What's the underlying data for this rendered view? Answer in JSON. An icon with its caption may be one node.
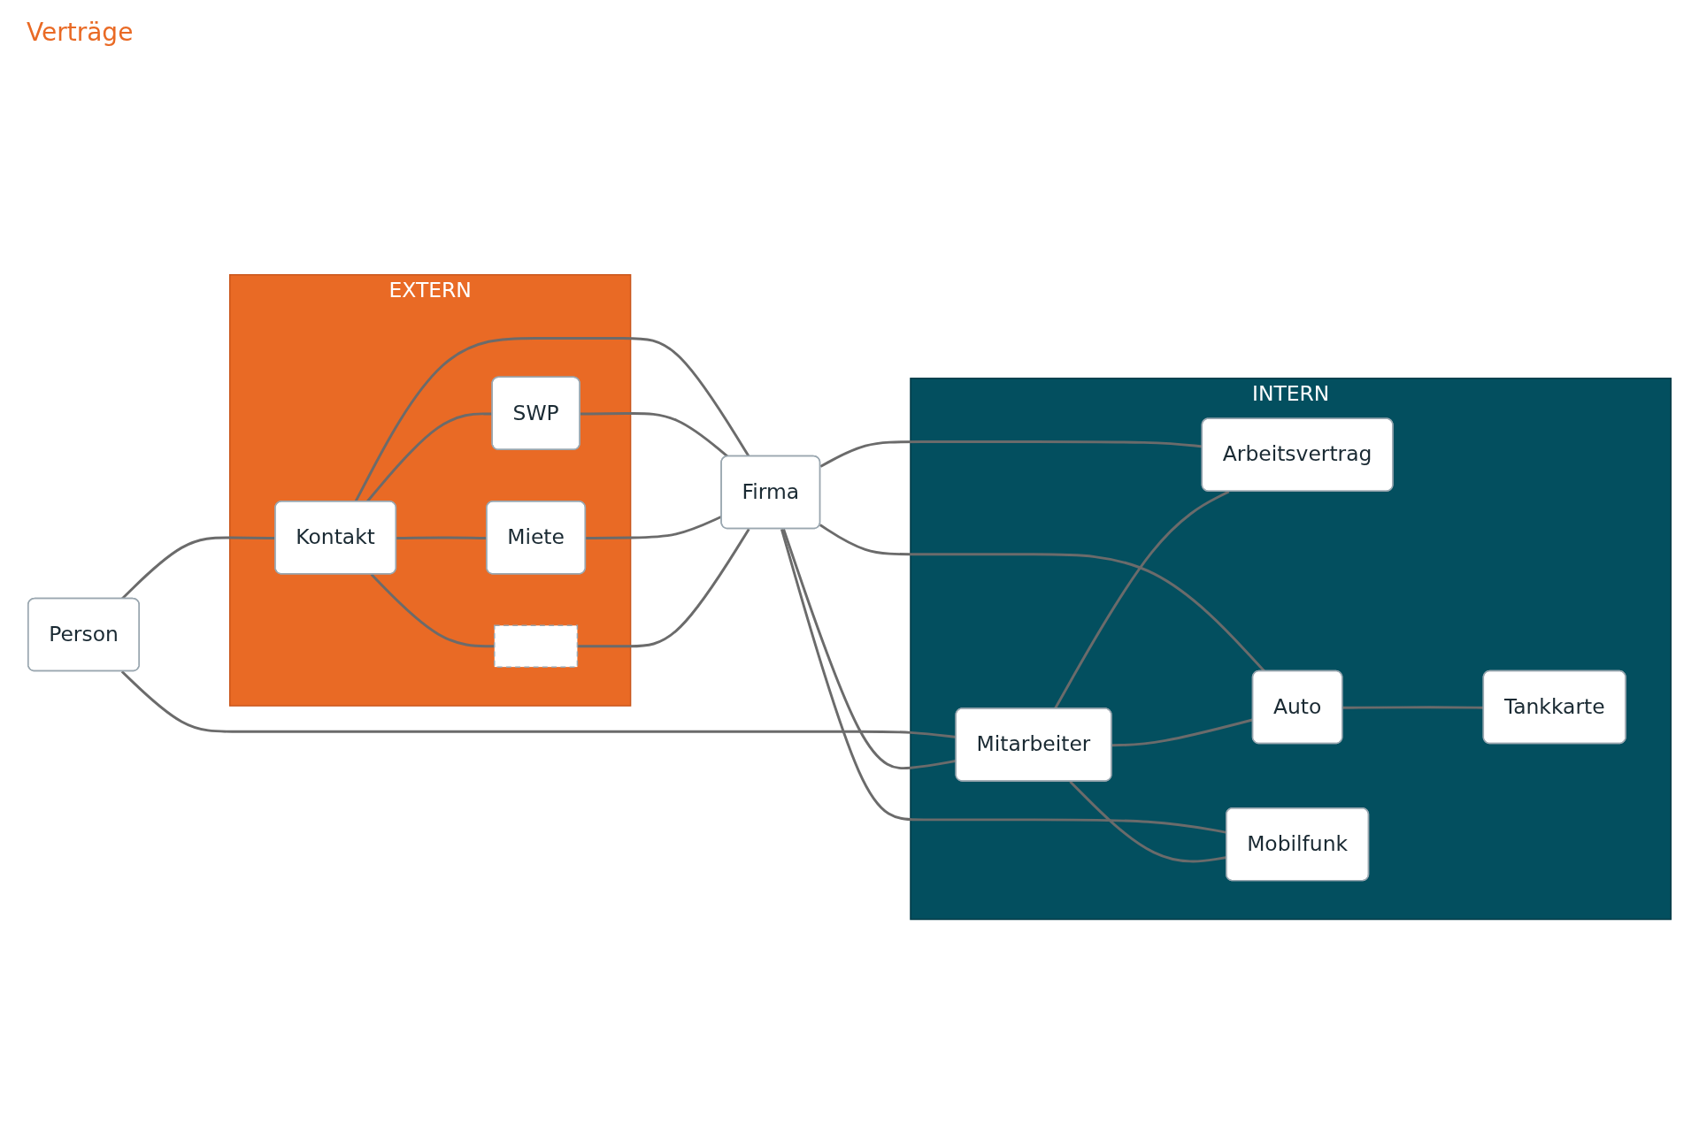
{
  "diagram": {
    "nodes": [
      {
        "text": [
          "EXTERN"
        ]
      },
      {
        "text": [
          "Person"
        ]
      },
      {
        "text": [
          "Kontakt"
        ],
        "in": 0
      },
      {
        "text": [
          "SWP"
        ],
        "in": 0
      },
      {
        "text": [
          "Miete"
        ],
        "in": 0
      },
      {
        "text": [],
        "shape": "box",
        "in": 0
      },
      {
        "text": [
          "Firma"
        ]
      },
      {
        "text": [
          "INTERN"
        ]
      },
      {
        "text": [
          "Mitarbeiter"
        ],
        "in": 7
      },
      {
        "text": [
          "Arbeitsvertrag"
        ],
        "in": 7
      },
      {
        "text": [
          "Auto"
        ],
        "in": 7
      },
      {
        "text": [
          "Tankkarte"
        ],
        "in": 7
      },
      {
        "text": [
          "Mobilfunk"
        ],
        "in": 7
      }
    ],
    "edges": [
      {
        "from": 1,
        "to": 2,
        "arrow": "none"
      },
      {
        "from": 1,
        "to": 8,
        "arrow": "none"
      },
      {
        "from": 2,
        "to": 3,
        "arrow": "none"
      },
      {
        "from": 2,
        "to": 4,
        "arrow": "none"
      },
      {
        "from": 2,
        "to": 5,
        "arrow": "none"
      },
      {
        "from": 2,
        "to": 6,
        "arrow": "none"
      },
      {
        "from": 3,
        "to": 6,
        "arrow": "none"
      },
      {
        "from": 4,
        "to": 6,
        "arrow": "none"
      },
      {
        "from": 5,
        "to": 6,
        "arrow": "none"
      },
      {
        "from": 6,
        "to": 8,
        "arrow": "none"
      },
      {
        "from": 6,
        "to": 9,
        "arrow": "none"
      },
      {
        "from": 6,
        "to": 10,
        "arrow": "none"
      },
      {
        "from": 6,
        "to": 12,
        "arrow": "none"
      },
      {
        "from": 8,
        "to": 9,
        "arrow": "none"
      },
      {
        "from": 8,
        "to": 10,
        "arrow": "none"
      },
      {
        "from": 8,
        "to": 12,
        "arrow": "none"
      },
      {
        "from": 10,
        "to": 11,
        "arrow": "none"
      }
    ],
    "labels": [
      "Verträge"
    ]
  }
}
